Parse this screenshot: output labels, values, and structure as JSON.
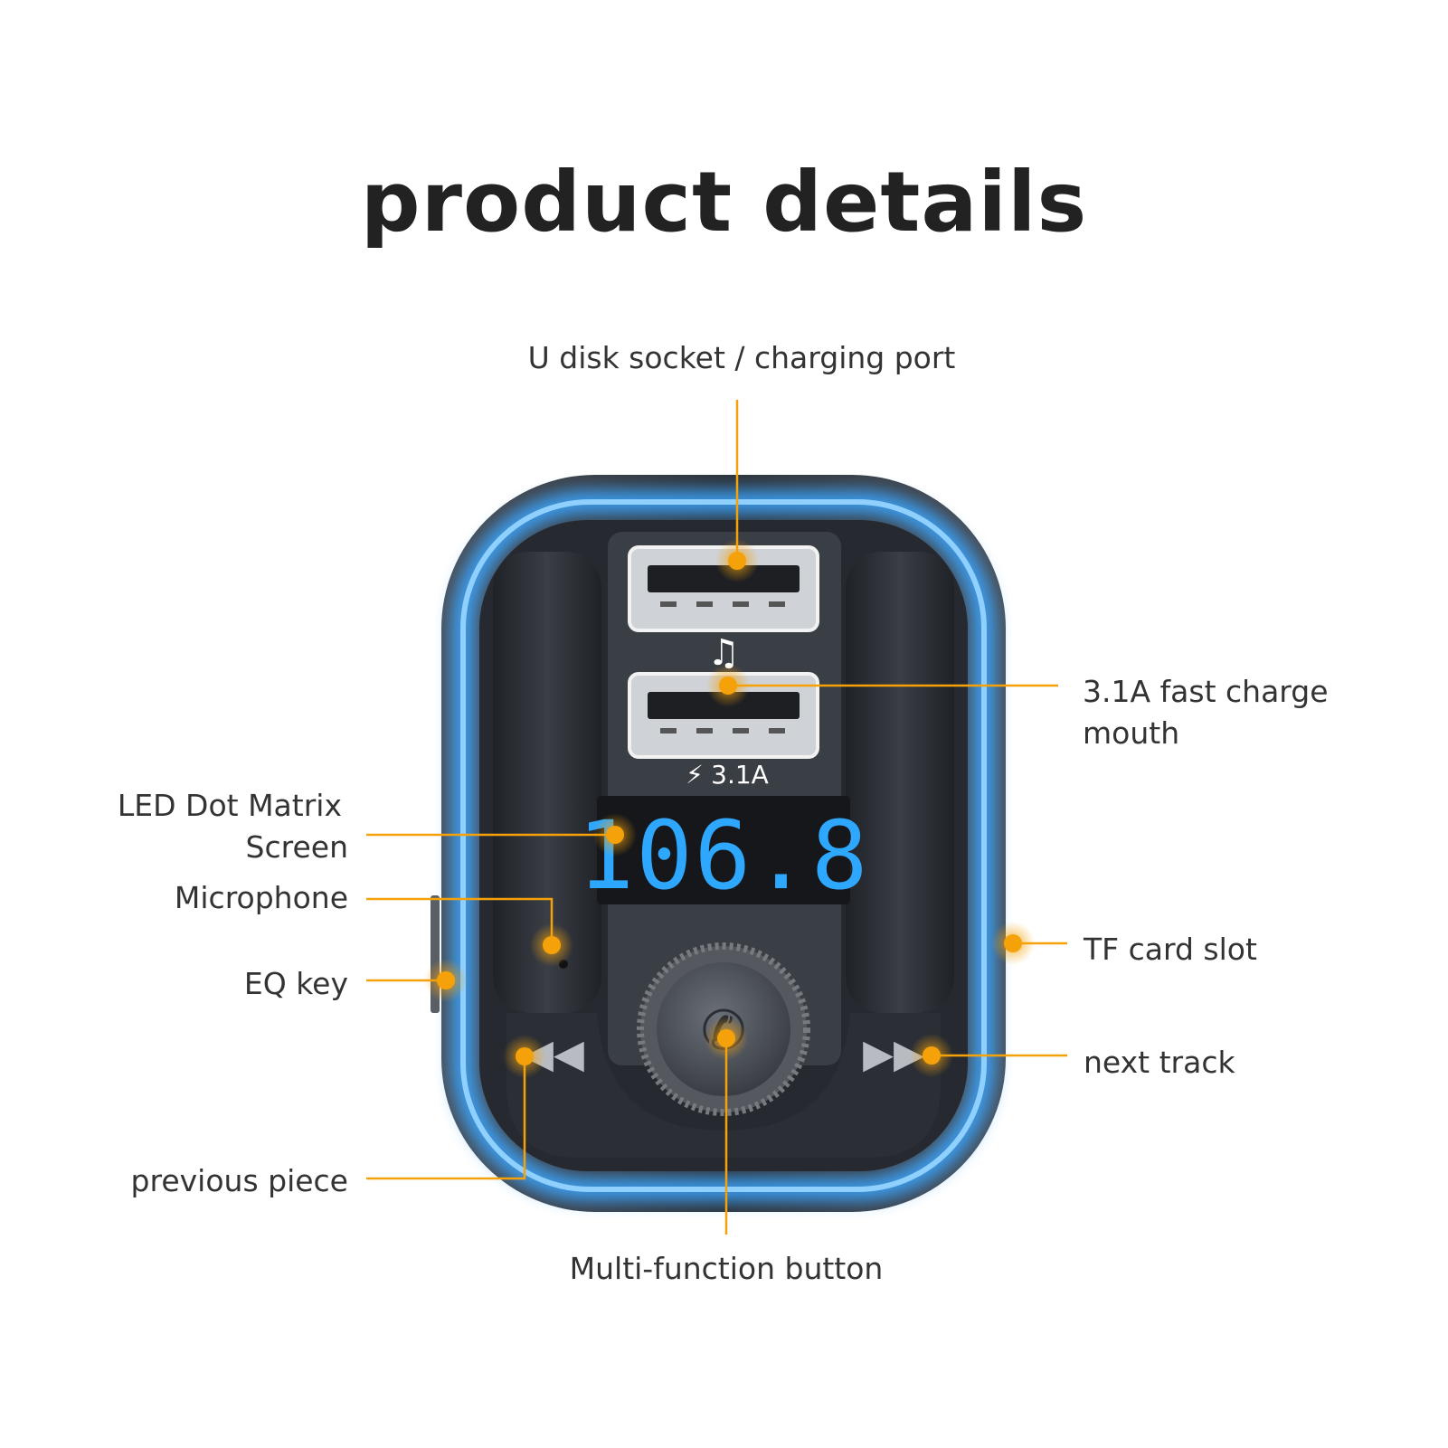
{
  "title": "product details",
  "labels": {
    "u_disk": "U disk socket / charging port",
    "fast_charge_line1": "3.1A fast charge",
    "fast_charge_line2": "mouth",
    "led_line1": "LED Dot Matrix",
    "led_line2": "Screen",
    "microphone": "Microphone",
    "eq_key": "EQ key",
    "tf_card": "TF card slot",
    "next_track": "next track",
    "previous_piece": "previous piece",
    "multi_function": "Multi-function button"
  },
  "device": {
    "display_digits": "106.8",
    "usb_marking": "3.1A",
    "music_symbol": "♫"
  },
  "colors": {
    "accent": "#f5a20a",
    "glow": "#3aa6ff",
    "body": "#2b2f36",
    "digits": "#2ea8ff"
  }
}
